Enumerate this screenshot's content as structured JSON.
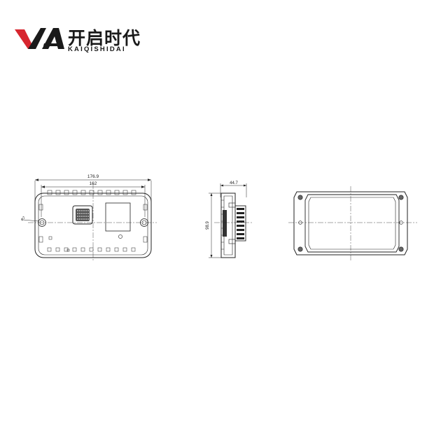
{
  "brand": {
    "name_cn": "开启时代",
    "name_en": "KAIQISHIDAI",
    "colors": {
      "red": "#d7262f",
      "dark": "#1a1a1a"
    }
  },
  "drawing": {
    "front_view": {
      "overall_width": "176.9",
      "hole_spacing": "162",
      "hole_diameter": "ø7"
    },
    "side_view": {
      "depth": "44.7",
      "height": "98.9"
    }
  }
}
